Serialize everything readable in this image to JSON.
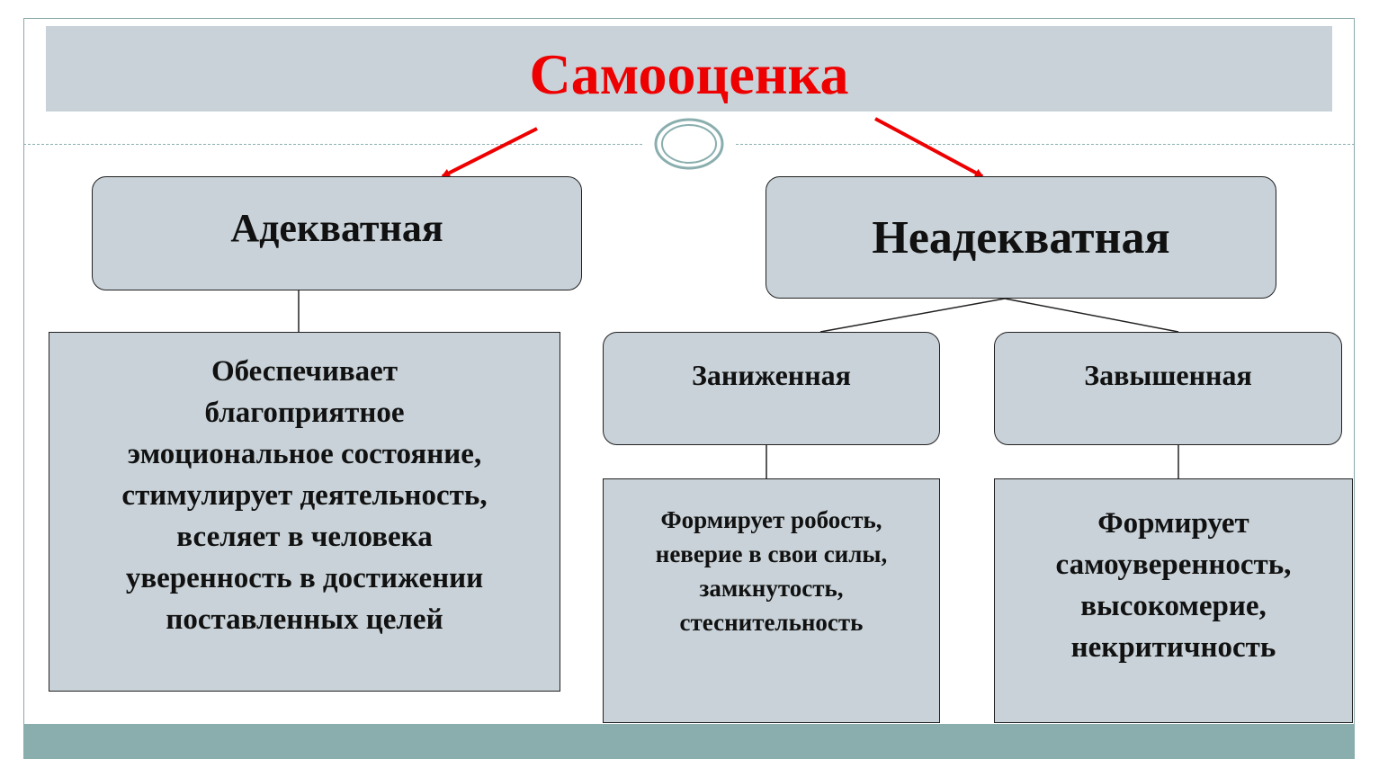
{
  "title": "Самооценка",
  "colors": {
    "title": "#ee0000",
    "box_fill": "#c8d2d8",
    "accent_band": "#8aaeae",
    "arrow": "#ee0000"
  },
  "nodes": {
    "adequate": {
      "label": "Адекватная"
    },
    "adequate_desc": {
      "text": "Обеспечивает\nблагоприятное\nэмоциональное  состояние,\nстимулирует деятельность,\nвселяет в человека\nуверенность в достижении\nпоставленных  целей"
    },
    "inadequate": {
      "label": "Неадекватная"
    },
    "low": {
      "label": "Заниженная"
    },
    "low_desc": {
      "text": "Формирует робость,\nневерие в свои силы,\nзамкнутость,\nстеснительность"
    },
    "high": {
      "label": "Завышенная"
    },
    "high_desc": {
      "text": "Формирует\nсамоуверенность,\nвысокомерие,\nнекритичность"
    }
  }
}
